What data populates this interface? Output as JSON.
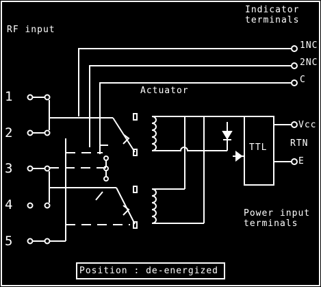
{
  "labels": {
    "rf_input": "RF input",
    "indicator_line1": "Indicator",
    "indicator_line2": "terminals",
    "nc1": "1NC",
    "nc2": "2NC",
    "c": "C",
    "actuator": "Actuator",
    "vcc": "Vcc",
    "rtn": "RTN",
    "e": "E",
    "ttl": "TTL",
    "power_line1": "Power input",
    "power_line2": "terminals",
    "position": "Position : de-energized"
  },
  "ports": [
    "1",
    "2",
    "3",
    "4",
    "5"
  ]
}
